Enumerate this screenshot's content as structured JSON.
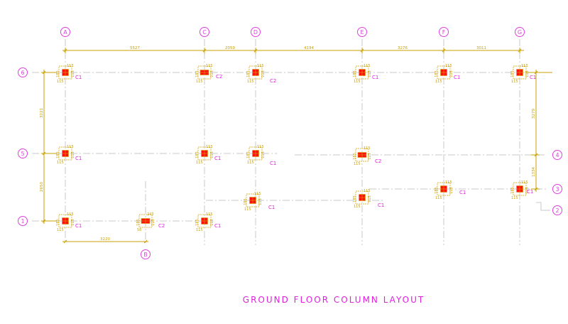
{
  "title": "GROUND FLOOR COLUMN LAYOUT",
  "colors": {
    "grid_bubble": "#e040e0",
    "dimension": "#c8a000",
    "column_fill": "#ff1010",
    "column_outline": "#d4a000",
    "label": "#e020e0",
    "grid_line": "#c8c8c8"
  },
  "grid_letters": [
    "A",
    "B",
    "C",
    "D",
    "E",
    "F",
    "G"
  ],
  "grid_numbers": [
    "1",
    "2",
    "3",
    "4",
    "5",
    "6"
  ],
  "top_dimensions": [
    "5527",
    "2059",
    "4194",
    "3276",
    "3011"
  ],
  "left_dimensions": [
    "3221",
    "2650"
  ],
  "right_dimensions": [
    "3279",
    "1334"
  ],
  "bottom_dimension": "3220",
  "columns": [
    {
      "id": "A6",
      "label": "C1"
    },
    {
      "id": "C6",
      "label": "C2"
    },
    {
      "id": "D6",
      "label": "C2"
    },
    {
      "id": "E6",
      "label": "C1"
    },
    {
      "id": "F6",
      "label": "C1"
    },
    {
      "id": "G6",
      "label": "C1"
    },
    {
      "id": "A5",
      "label": "C1"
    },
    {
      "id": "C5",
      "label": "C1"
    },
    {
      "id": "D5",
      "label": "C1"
    },
    {
      "id": "E5",
      "label": "C2"
    },
    {
      "id": "D4",
      "label": "C1"
    },
    {
      "id": "E4",
      "label": "C1"
    },
    {
      "id": "F3",
      "label": "C1"
    },
    {
      "id": "G3",
      "label": "C1"
    },
    {
      "id": "A1",
      "label": "C1"
    },
    {
      "id": "B1",
      "label": "C2"
    },
    {
      "id": "C1",
      "label": "C1"
    }
  ],
  "size_labels": [
    "115",
    "185",
    "243",
    "58",
    "173",
    "113"
  ]
}
